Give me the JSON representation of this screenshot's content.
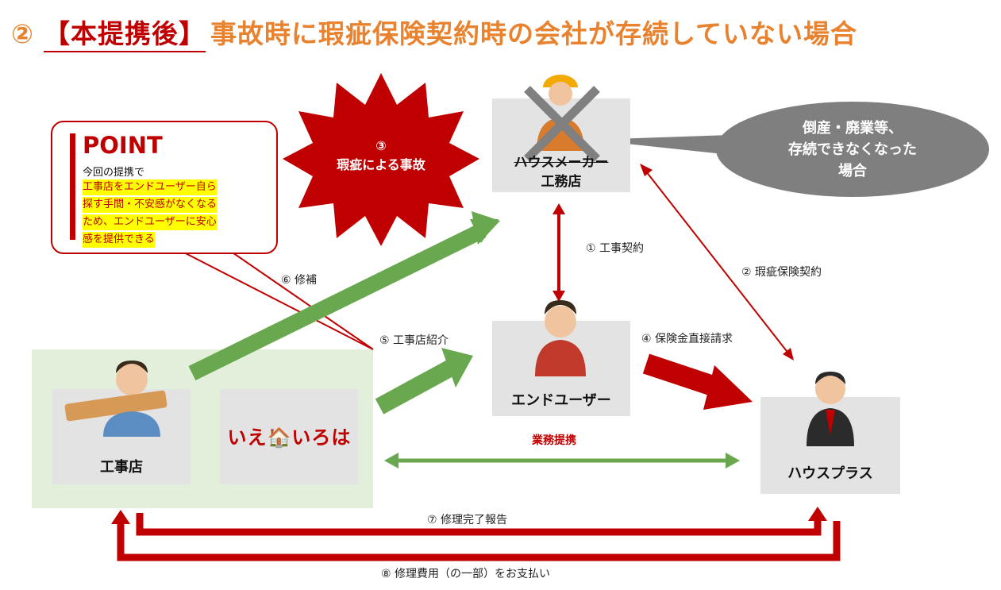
{
  "title": {
    "number": "②",
    "highlight": "【本提携後】",
    "text": "事故時に瑕疵保険契約時の会社が存続していない場合"
  },
  "point": {
    "heading": "POINT",
    "intro": "今回の提携で",
    "lines": [
      "工事店をエンドユーザー自ら",
      "探す手間・不安感がなくなる",
      "ため、エンドユーザーに安心",
      "感を提供できる"
    ]
  },
  "accident": {
    "number": "③",
    "text": "瑕疵による事故"
  },
  "bubble": {
    "lines": [
      "倒産・廃業等、",
      "存続できなくなった",
      "場合"
    ]
  },
  "nodes": {
    "house_maker": {
      "struck_label": "ハウスメーカー",
      "label": "工務店"
    },
    "end_user": {
      "label": "エンドユーザー"
    },
    "contractor": {
      "label": "工事店"
    },
    "logo": {
      "text": "いえ🏠いろは"
    },
    "house_plus": {
      "label": "ハウスプラス"
    }
  },
  "steps": {
    "s1": "① 工事契約",
    "s2": "② 瑕疵保険契約",
    "s4": "④ 保険金直接請求",
    "s5": "⑤ 工事店紹介",
    "s6": "⑥ 修補",
    "s7": "⑦ 修理完了報告",
    "s8": "⑧ 修理費用（の一部）をお支払い",
    "partnership": "業務提携"
  },
  "colors": {
    "title": "#e8822e",
    "red": "#c00000",
    "green": "#6aa84f",
    "box": "#e3e3e3",
    "green_panel": "#e2efda",
    "bubble": "#7f7f7f"
  }
}
